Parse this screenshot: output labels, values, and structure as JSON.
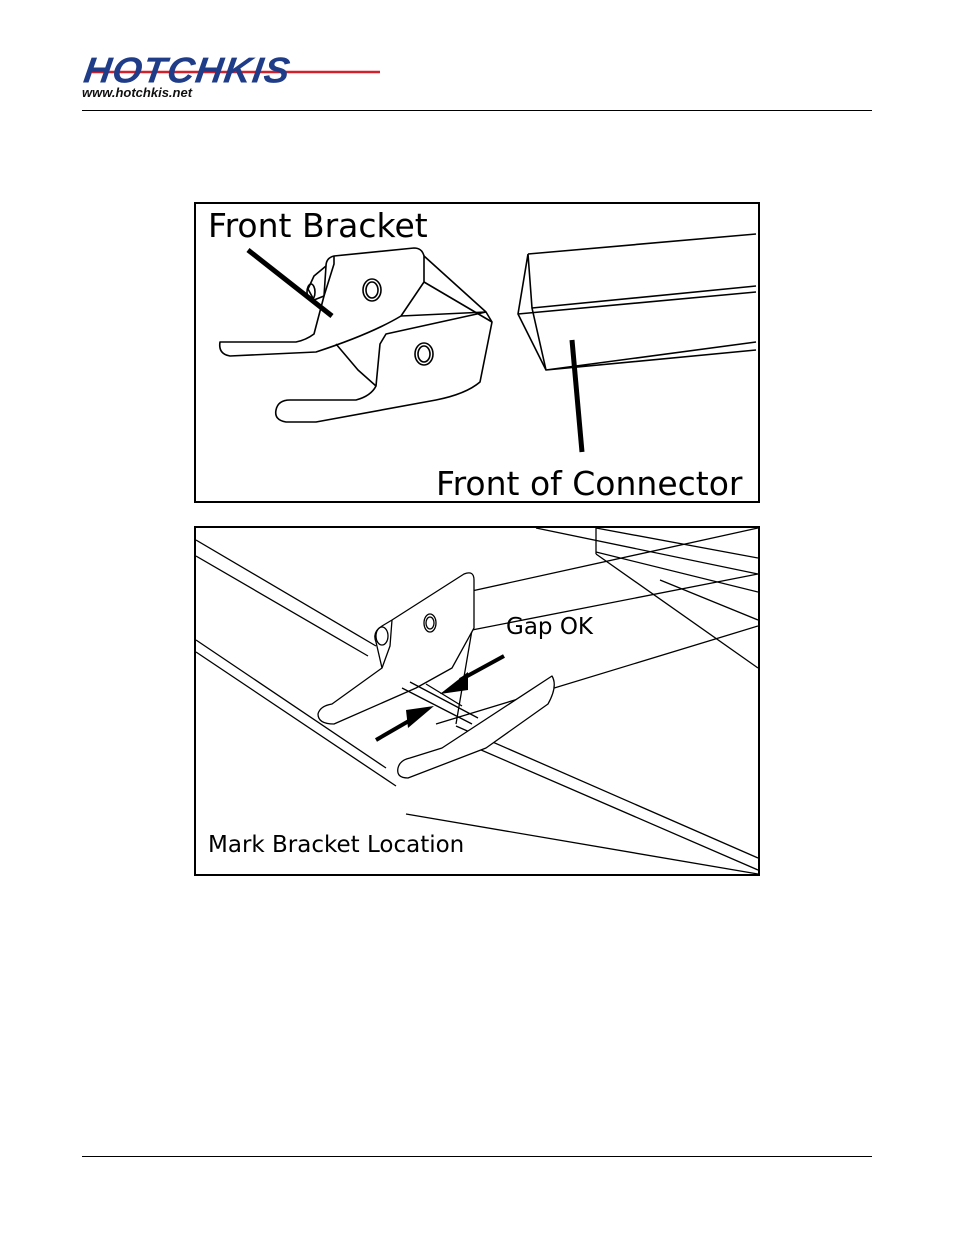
{
  "header": {
    "logo_text": "HOTCHKIS",
    "website": "www.hotchkis.net",
    "brand_colors": {
      "blue": "#1f3c88",
      "red": "#d4202a"
    }
  },
  "figures": [
    {
      "labels": {
        "bracket": "Front Bracket",
        "connector": "Front of Connector"
      }
    },
    {
      "labels": {
        "gap": "Gap OK",
        "mark": "Mark Bracket Location"
      }
    }
  ]
}
